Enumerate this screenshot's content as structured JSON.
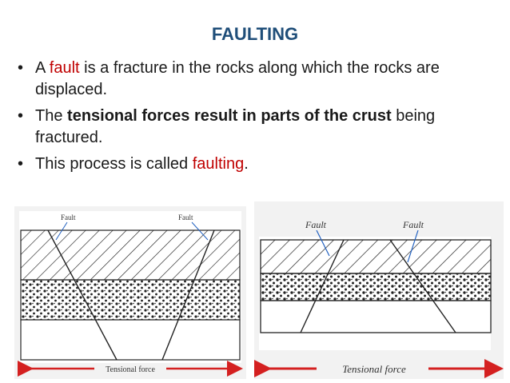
{
  "title": "FAULTING",
  "bullets": [
    {
      "marker": "•",
      "pre": " A ",
      "highlight": "fault",
      "post": " is a fracture in the rocks along which the rocks are displaced."
    },
    {
      "marker": "•",
      "pre": "The ",
      "bold": "tensional forces result in parts of the crust",
      "post": " being fractured."
    },
    {
      "marker": "•",
      "pre": "This process is called ",
      "highlight": "faulting",
      "post": "."
    }
  ],
  "diagram_left": {
    "fault_label_1": "Fault",
    "fault_label_2": "Fault",
    "force_label": "Tensional force"
  },
  "diagram_right": {
    "fault_label_1": "Fault",
    "fault_label_2": "Fault",
    "force_label": "Tensional force"
  },
  "colors": {
    "title": "#1f4e79",
    "highlight": "#c00000",
    "arrow": "#d42020"
  }
}
